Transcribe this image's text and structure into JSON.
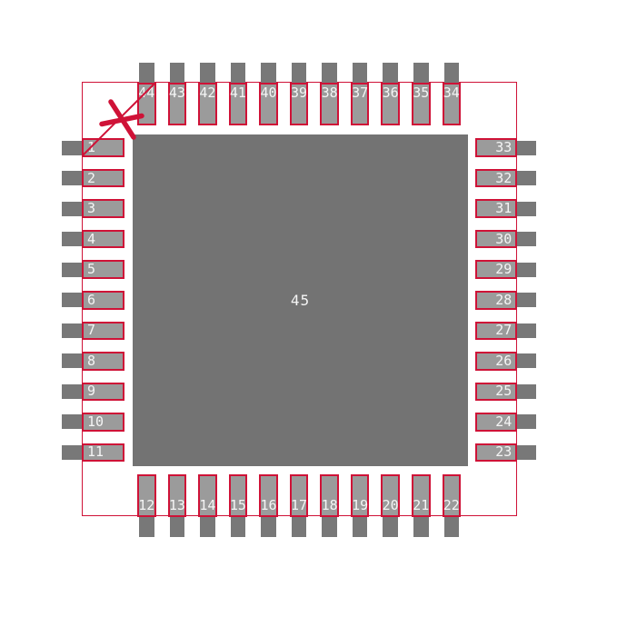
{
  "colors": {
    "outline_red": "#CF1237",
    "pin_pad_fill": "#9B9B9B",
    "lead_stub_fill": "#787878",
    "center_pad_fill": "#737373",
    "number_text": "#F5F5F5",
    "background": "#FFFFFF"
  },
  "center_pad": {
    "label": "45"
  },
  "pads": {
    "left_top_to_bottom": [
      "1",
      "2",
      "3",
      "4",
      "5",
      "6",
      "7",
      "8",
      "9",
      "10",
      "11"
    ],
    "bottom_left_to_right": [
      "12",
      "13",
      "14",
      "15",
      "16",
      "17",
      "18",
      "19",
      "20",
      "21",
      "22"
    ],
    "right_top_to_bottom": [
      "33",
      "32",
      "31",
      "30",
      "29",
      "28",
      "27",
      "26",
      "25",
      "24",
      "23"
    ],
    "top_left_to_right": [
      "44",
      "43",
      "42",
      "41",
      "40",
      "39",
      "38",
      "37",
      "36",
      "35",
      "34"
    ]
  },
  "pin_one_marker": {
    "icon": "asterisk-star-icon"
  }
}
